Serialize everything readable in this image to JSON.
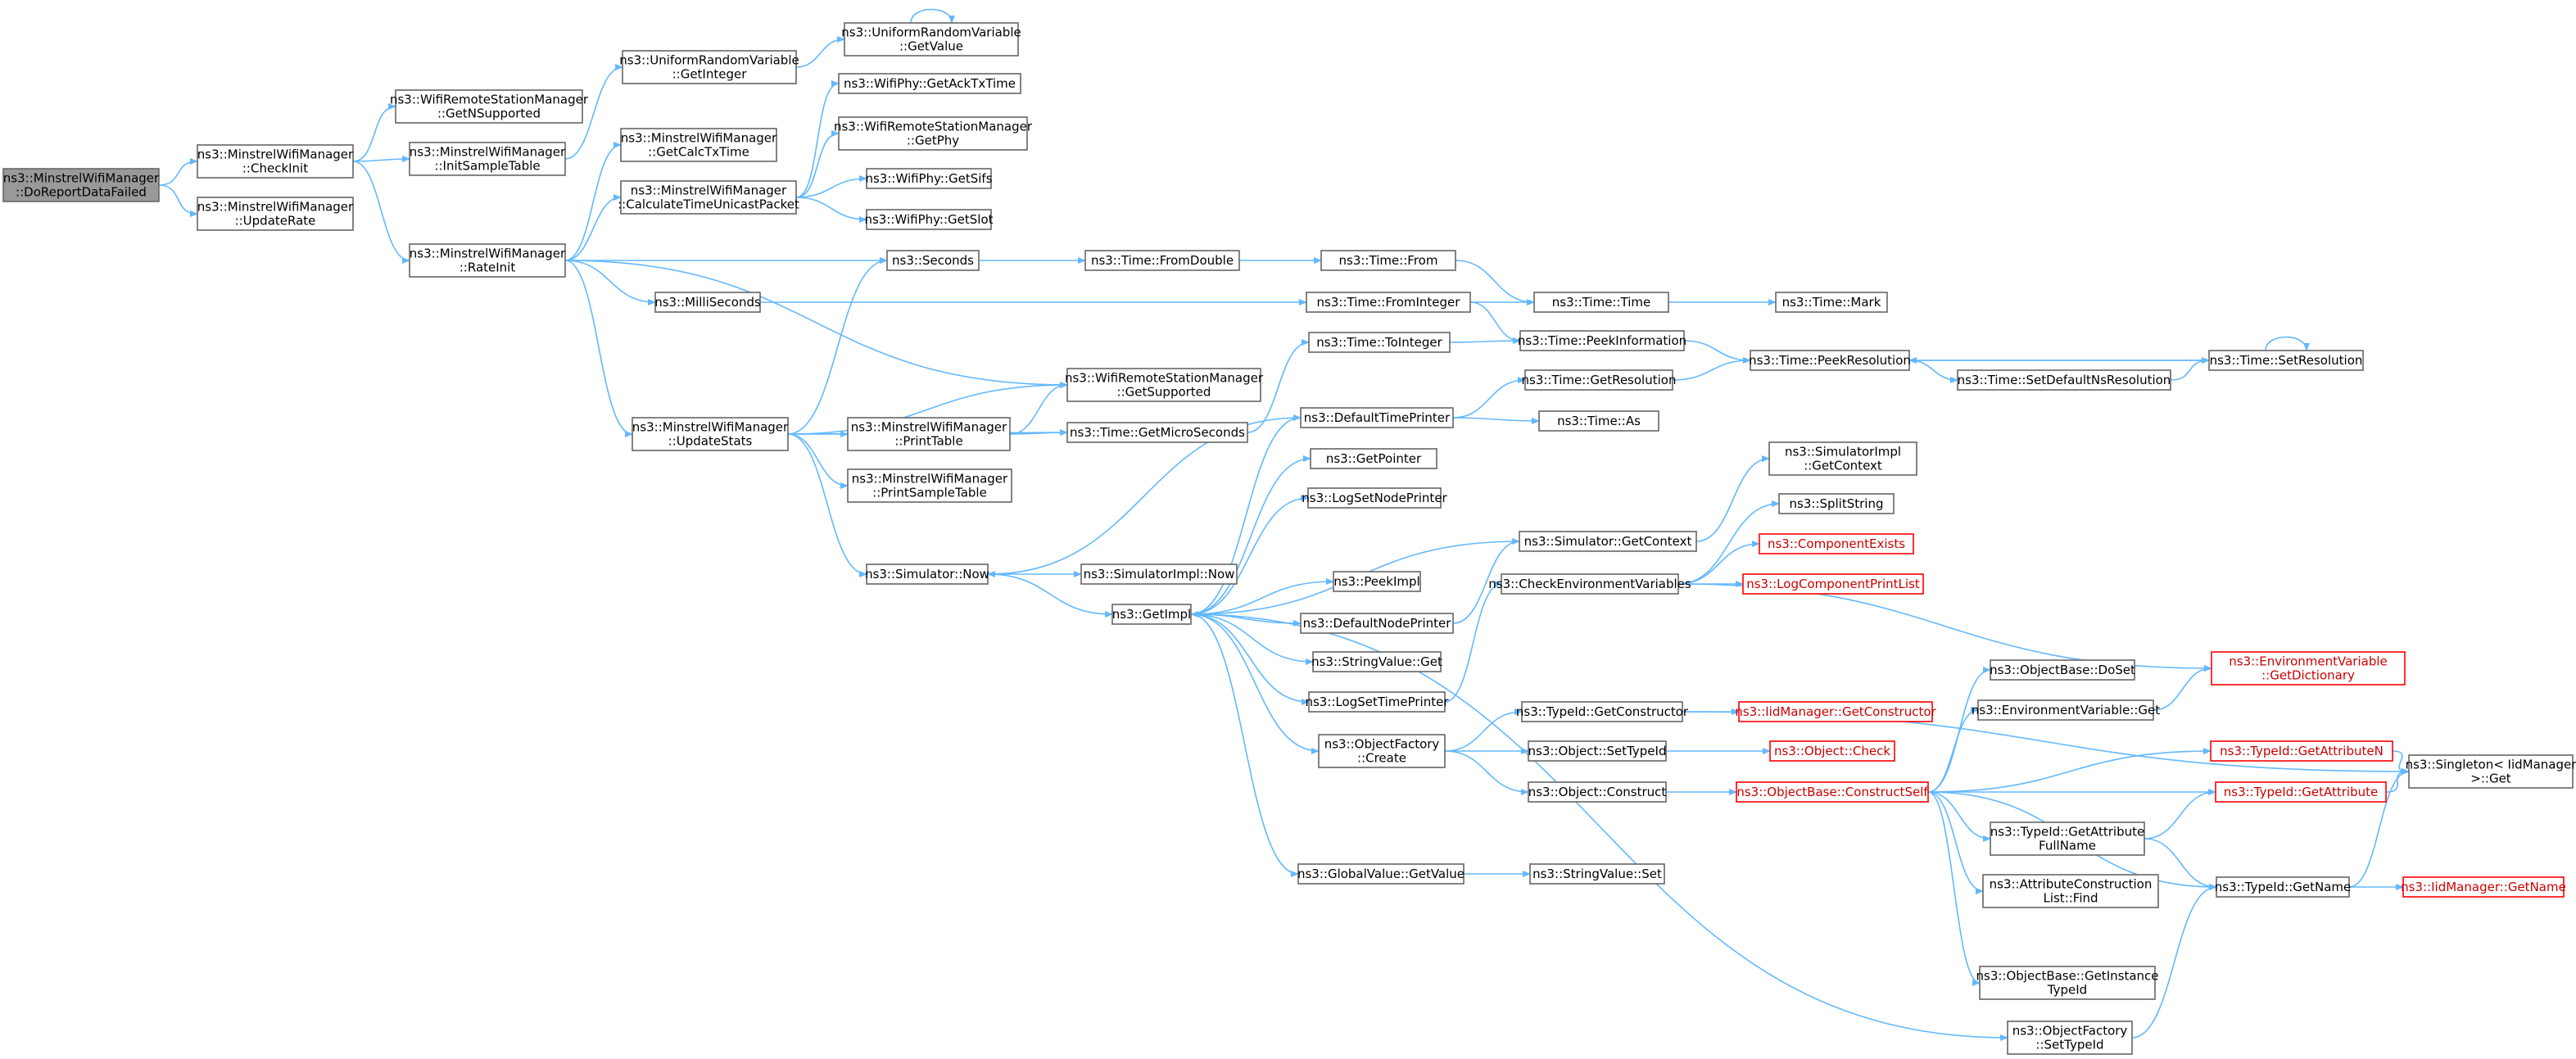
{
  "diagram": {
    "type": "call-graph",
    "colors": {
      "edge": "#63b8ff",
      "node_border": "#666666",
      "root_fill": "#999999",
      "truncated_border": "#ff0000"
    },
    "nodes": [
      {
        "id": "root",
        "lines": [
          "ns3::MinstrelWifiManager",
          "::DoReportDataFailed"
        ],
        "style": "root"
      },
      {
        "id": "checkinit",
        "lines": [
          "ns3::MinstrelWifiManager",
          "::CheckInit"
        ]
      },
      {
        "id": "updaterate",
        "lines": [
          "ns3::MinstrelWifiManager",
          "::UpdateRate"
        ]
      },
      {
        "id": "getnsupp",
        "lines": [
          "ns3::WifiRemoteStationManager",
          "::GetNSupported"
        ]
      },
      {
        "id": "initsample",
        "lines": [
          "ns3::MinstrelWifiManager",
          "::InitSampleTable"
        ]
      },
      {
        "id": "rateinit",
        "lines": [
          "ns3::MinstrelWifiManager",
          "::RateInit"
        ]
      },
      {
        "id": "urvgetint",
        "lines": [
          "ns3::UniformRandomVariable",
          "::GetInteger"
        ]
      },
      {
        "id": "urvgetval",
        "lines": [
          "ns3::UniformRandomVariable",
          "::GetValue"
        ]
      },
      {
        "id": "getcalc",
        "lines": [
          "ns3::MinstrelWifiManager",
          "::GetCalcTxTime"
        ]
      },
      {
        "id": "calctime",
        "lines": [
          "ns3::MinstrelWifiManager",
          "::CalculateTimeUnicastPacket"
        ]
      },
      {
        "id": "getacktx",
        "lines": [
          "ns3::WifiPhy::GetAckTxTime"
        ]
      },
      {
        "id": "getphy",
        "lines": [
          "ns3::WifiRemoteStationManager",
          "::GetPhy"
        ]
      },
      {
        "id": "getsifs",
        "lines": [
          "ns3::WifiPhy::GetSifs"
        ]
      },
      {
        "id": "getslot",
        "lines": [
          "ns3::WifiPhy::GetSlot"
        ]
      },
      {
        "id": "seconds",
        "lines": [
          "ns3::Seconds"
        ]
      },
      {
        "id": "millis",
        "lines": [
          "ns3::MilliSeconds"
        ]
      },
      {
        "id": "fromdouble",
        "lines": [
          "ns3::Time::FromDouble"
        ]
      },
      {
        "id": "from",
        "lines": [
          "ns3::Time::From"
        ]
      },
      {
        "id": "frominteger",
        "lines": [
          "ns3::Time::FromInteger"
        ]
      },
      {
        "id": "time",
        "lines": [
          "ns3::Time::Time"
        ]
      },
      {
        "id": "mark",
        "lines": [
          "ns3::Time::Mark"
        ]
      },
      {
        "id": "peekinfo",
        "lines": [
          "ns3::Time::PeekInformation"
        ]
      },
      {
        "id": "peekres",
        "lines": [
          "ns3::Time::PeekResolution"
        ]
      },
      {
        "id": "setres",
        "lines": [
          "ns3::Time::SetResolution"
        ]
      },
      {
        "id": "setdefns",
        "lines": [
          "ns3::Time::SetDefaultNsResolution"
        ]
      },
      {
        "id": "getsupp",
        "lines": [
          "ns3::WifiRemoteStationManager",
          "::GetSupported"
        ]
      },
      {
        "id": "tointeger",
        "lines": [
          "ns3::Time::ToInteger"
        ]
      },
      {
        "id": "updatestats",
        "lines": [
          "ns3::MinstrelWifiManager",
          "::UpdateStats"
        ]
      },
      {
        "id": "printtable",
        "lines": [
          "ns3::MinstrelWifiManager",
          "::PrintTable"
        ]
      },
      {
        "id": "printsample",
        "lines": [
          "ns3::MinstrelWifiManager",
          "::PrintSampleTable"
        ]
      },
      {
        "id": "getmicro",
        "lines": [
          "ns3::Time::GetMicroSeconds"
        ]
      },
      {
        "id": "deftimeprinter",
        "lines": [
          "ns3::DefaultTimePrinter"
        ]
      },
      {
        "id": "getres",
        "lines": [
          "ns3::Time::GetResolution"
        ]
      },
      {
        "id": "as",
        "lines": [
          "ns3::Time::As"
        ]
      },
      {
        "id": "simnow",
        "lines": [
          "ns3::Simulator::Now"
        ]
      },
      {
        "id": "simimplnow",
        "lines": [
          "ns3::SimulatorImpl::Now"
        ]
      },
      {
        "id": "getimpl",
        "lines": [
          "ns3::GetImpl"
        ]
      },
      {
        "id": "getpointer",
        "lines": [
          "ns3::GetPointer"
        ]
      },
      {
        "id": "logsetnode",
        "lines": [
          "ns3::LogSetNodePrinter"
        ]
      },
      {
        "id": "simgetctx",
        "lines": [
          "ns3::Simulator::GetContext"
        ]
      },
      {
        "id": "simimplctx",
        "lines": [
          "ns3::SimulatorImpl",
          "::GetContext"
        ]
      },
      {
        "id": "splitstring",
        "lines": [
          "ns3::SplitString"
        ]
      },
      {
        "id": "compexists",
        "lines": [
          "ns3::ComponentExists"
        ],
        "style": "trunc"
      },
      {
        "id": "logcomplist",
        "lines": [
          "ns3::LogComponentPrintList"
        ],
        "style": "trunc"
      },
      {
        "id": "checkenv",
        "lines": [
          "ns3::CheckEnvironmentVariables"
        ]
      },
      {
        "id": "peekimpl",
        "lines": [
          "ns3::PeekImpl"
        ]
      },
      {
        "id": "defnodeprinter",
        "lines": [
          "ns3::DefaultNodePrinter"
        ]
      },
      {
        "id": "strvalget",
        "lines": [
          "ns3::StringValue::Get"
        ]
      },
      {
        "id": "logsettime",
        "lines": [
          "ns3::LogSetTimePrinter"
        ]
      },
      {
        "id": "envgetdict",
        "lines": [
          "ns3::EnvironmentVariable",
          "::GetDictionary"
        ],
        "style": "trunc"
      },
      {
        "id": "objbasedoset",
        "lines": [
          "ns3::ObjectBase::DoSet"
        ]
      },
      {
        "id": "envget",
        "lines": [
          "ns3::EnvironmentVariable::Get"
        ]
      },
      {
        "id": "typeidgetctor",
        "lines": [
          "ns3::TypeId::GetConstructor"
        ]
      },
      {
        "id": "iidmgrgetctor",
        "lines": [
          "ns3::IidManager::GetConstructor"
        ],
        "style": "trunc"
      },
      {
        "id": "objfactcreate",
        "lines": [
          "ns3::ObjectFactory",
          "::Create"
        ]
      },
      {
        "id": "objsettypeid",
        "lines": [
          "ns3::Object::SetTypeId"
        ]
      },
      {
        "id": "objcheck",
        "lines": [
          "ns3::Object::Check"
        ],
        "style": "trunc"
      },
      {
        "id": "typeidgetattrn",
        "lines": [
          "ns3::TypeId::GetAttributeN"
        ],
        "style": "trunc"
      },
      {
        "id": "singletonget",
        "lines": [
          "ns3::Singleton< IidManager",
          "  >::Get"
        ]
      },
      {
        "id": "objconstruct",
        "lines": [
          "ns3::Object::Construct"
        ]
      },
      {
        "id": "constructself",
        "lines": [
          "ns3::ObjectBase::ConstructSelf"
        ],
        "style": "trunc"
      },
      {
        "id": "typeidgetattr",
        "lines": [
          "ns3::TypeId::GetAttribute"
        ],
        "style": "trunc"
      },
      {
        "id": "getattrfull",
        "lines": [
          "ns3::TypeId::GetAttribute",
          "FullName"
        ]
      },
      {
        "id": "attrconstrfind",
        "lines": [
          "ns3::AttributeConstruction",
          "List::Find"
        ]
      },
      {
        "id": "typeidgetname",
        "lines": [
          "ns3::TypeId::GetName"
        ]
      },
      {
        "id": "iidmgrgetname",
        "lines": [
          "ns3::IidManager::GetName"
        ],
        "style": "trunc"
      },
      {
        "id": "globalgetvalue",
        "lines": [
          "ns3::GlobalValue::GetValue"
        ]
      },
      {
        "id": "strvalset",
        "lines": [
          "ns3::StringValue::Set"
        ]
      },
      {
        "id": "getinsttypeid",
        "lines": [
          "ns3::ObjectBase::GetInstance",
          "TypeId"
        ]
      },
      {
        "id": "objfactsettypeid",
        "lines": [
          "ns3::ObjectFactory",
          "::SetTypeId"
        ]
      }
    ]
  }
}
